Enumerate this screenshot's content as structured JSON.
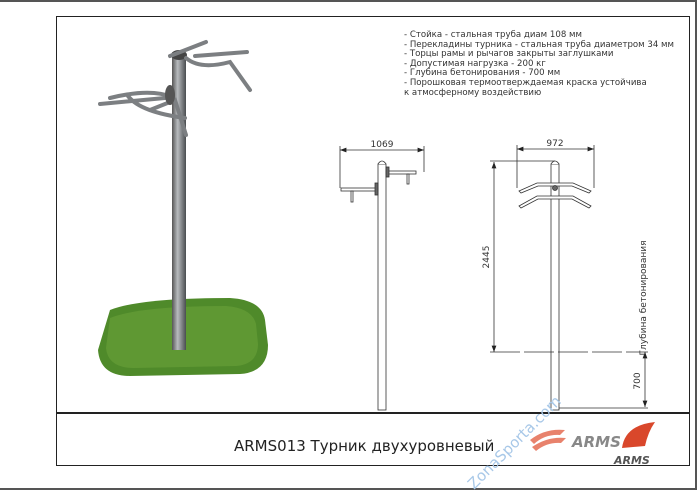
{
  "document": {
    "title": "ARMS013 Турник двухуровневый",
    "notes": [
      "- Стойка - стальная труба диам 108 мм",
      "- Перекладины турника - стальная труба диаметром 34 мм",
      "- Торцы рамы и рычагов закрыты заглушками",
      "- Допустимая нагрузка - 200 кг",
      "- Глубина бетонирования - 700 мм",
      "- Порошковая термоотверждаемая краска устойчива",
      "к атмосферному воздействию"
    ],
    "dimensions": {
      "side_width": "1069",
      "front_width": "972",
      "height": "2445",
      "depth": "700",
      "depth_label": "Глубина бетонирования"
    },
    "logo_text": "ARMS",
    "watermark": "ZonaSporta.com",
    "colors": {
      "logo_red": "#d9472b",
      "grass": "#4f8a2a",
      "steel": "#8a8d90"
    }
  }
}
